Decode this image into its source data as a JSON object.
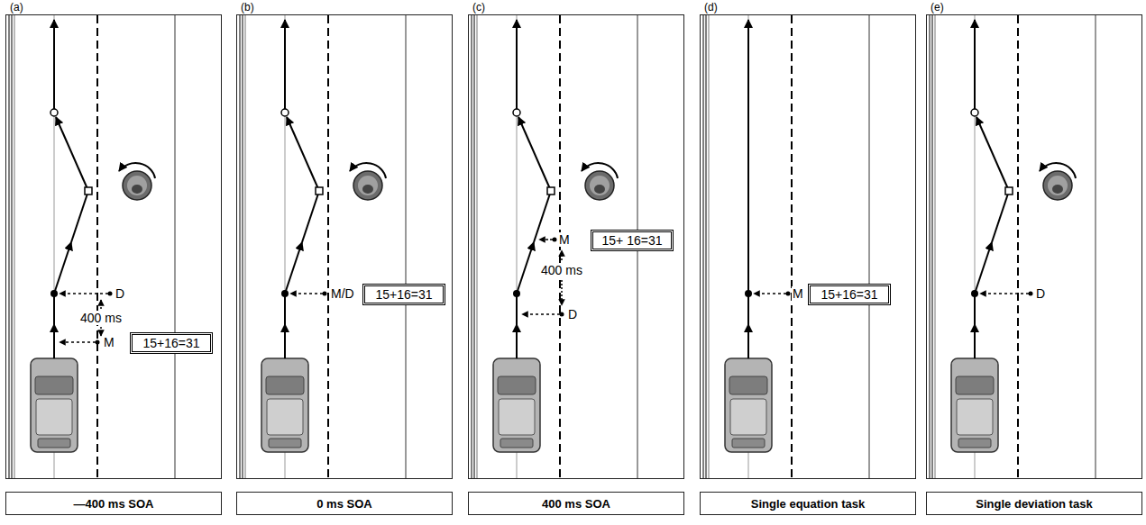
{
  "diagram": {
    "nodes": [
      {
        "text": [
          "(a)"
        ]
      },
      {
        "text": [
          "15+16=31"
        ],
        "in": 0
      },
      {
        "text": [
          "(b)"
        ]
      },
      {
        "text": [
          "15+16=31"
        ],
        "in": 2
      },
      {
        "text": [
          "(c)"
        ]
      },
      {
        "text": [
          "15+ 16=31"
        ],
        "in": 4
      },
      {
        "text": [
          "(d)"
        ]
      },
      {
        "text": [
          "15+16=31"
        ],
        "in": 6
      },
      {
        "text": [
          "(e)"
        ]
      },
      {
        "text": [
          "—400 ms SOA"
        ]
      },
      {
        "text": [
          "0 ms SOA"
        ]
      },
      {
        "text": [
          "400 ms SOA"
        ]
      },
      {
        "text": [
          "Single equation task"
        ]
      },
      {
        "text": [
          "Single deviation task"
        ]
      }
    ],
    "labels": [
      "D",
      "400 ms",
      "M",
      "M/D",
      "M",
      "400 ms",
      "D",
      "M",
      "D"
    ]
  }
}
